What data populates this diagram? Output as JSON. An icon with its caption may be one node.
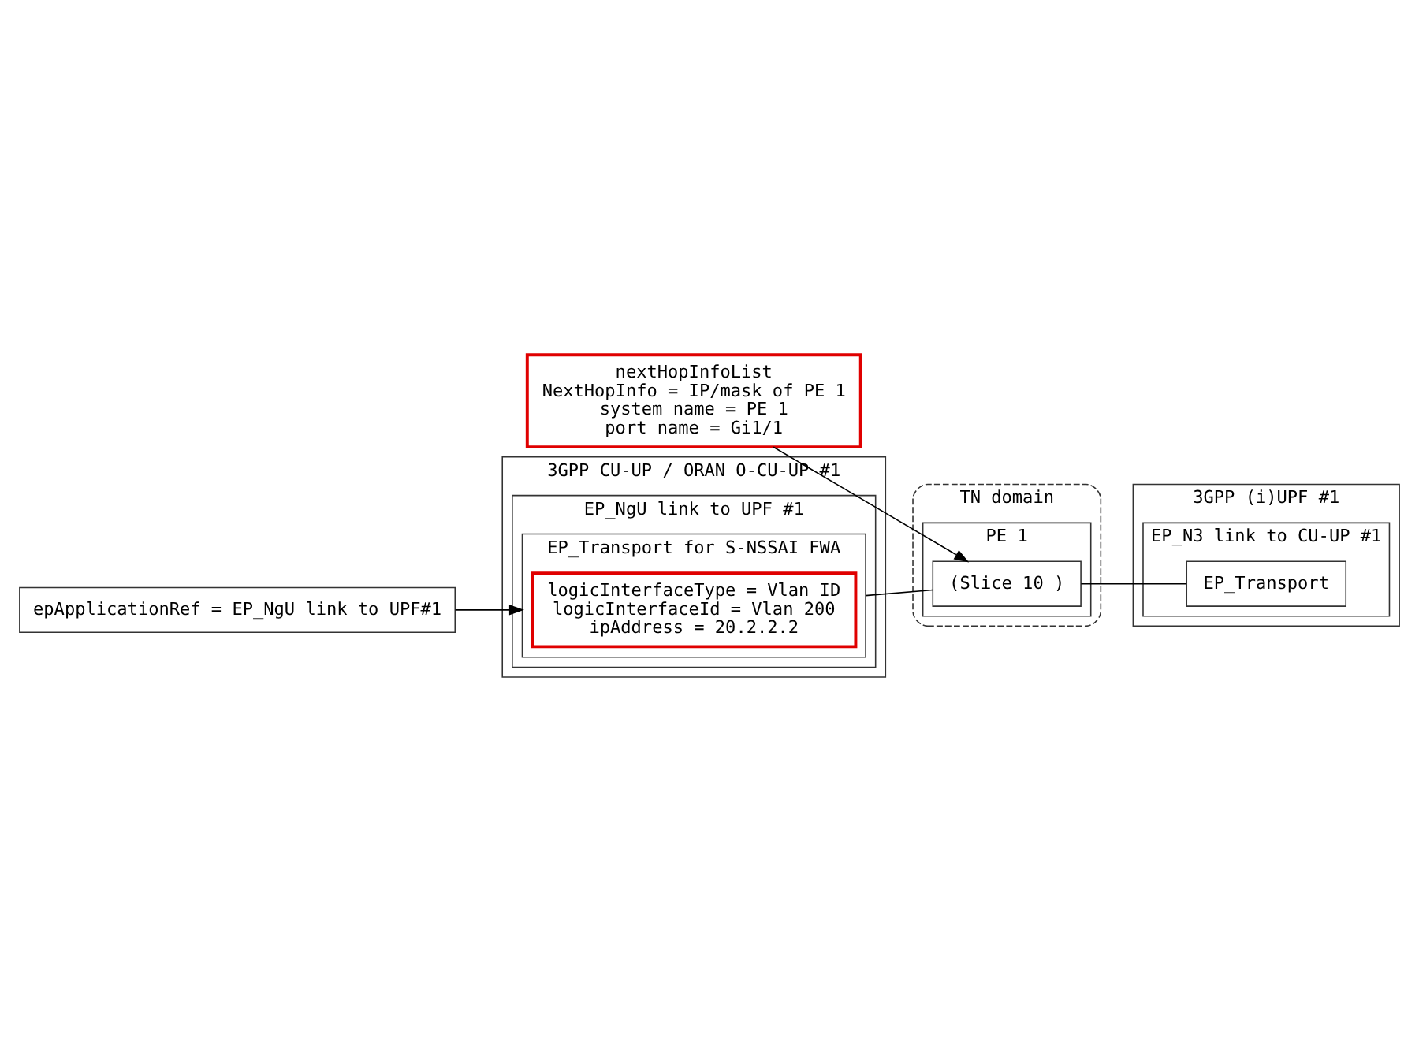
{
  "diagram": {
    "nodes": [
      {
        "text": [
          "3GPP CU-UP / ORAN O-CU-UP #1"
        ]
      },
      {
        "text": [
          "EP_NgU link to UPF #1"
        ],
        "in": 0
      },
      {
        "text": [
          "EP_Transport for S-NSSAI FWA"
        ],
        "in": 1
      },
      {
        "text": [
          "logicInterfaceType = Vlan ID",
          "logicInterfaceId = Vlan 200",
          "ipAddress = 20.2.2.2"
        ],
        "in": 2
      },
      {
        "text": [
          "TN domain"
        ]
      },
      {
        "text": [
          "PE 1"
        ],
        "in": 4
      },
      {
        "text": [
          "(Slice 10 )"
        ],
        "in": 5
      },
      {
        "text": [
          "3GPP (i)UPF #1"
        ]
      },
      {
        "text": [
          "EP_N3 link to CU-UP #1"
        ],
        "in": 7
      },
      {
        "text": [
          "EP_Transport"
        ],
        "in": 8
      },
      {
        "text": [
          "epApplicationRef = EP_NgU link to UPF#1"
        ]
      },
      {
        "text": [
          "nextHopInfoList",
          "NextHopInfo = IP/mask of PE 1",
          "system name = PE 1",
          "port name = Gi1/1"
        ]
      }
    ],
    "edges": [
      {
        "from": 2,
        "to": 6,
        "arrow": "none"
      },
      {
        "from": 6,
        "to": 9,
        "arrow": "none"
      },
      {
        "from": 10,
        "to": 2,
        "arrow": "to"
      },
      {
        "from": 11,
        "to": 6,
        "arrow": "to"
      }
    ]
  }
}
